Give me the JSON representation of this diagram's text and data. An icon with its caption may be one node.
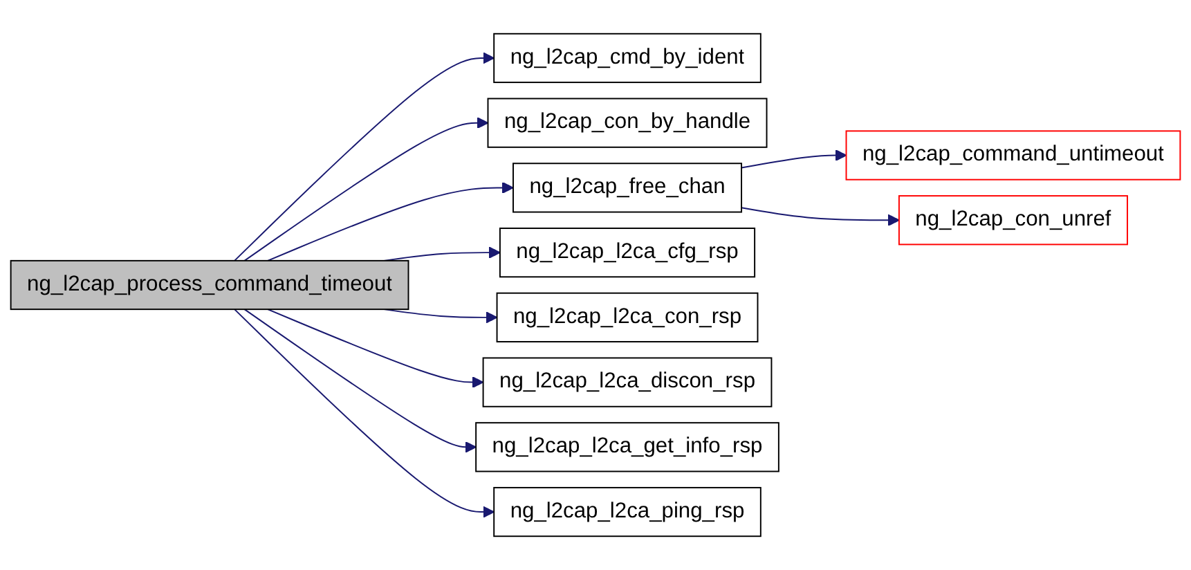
{
  "diagram": {
    "nodes": [
      {
        "text": [
          "ng_l2cap_process_command_timeout"
        ]
      },
      {
        "text": [
          "ng_l2cap_cmd_by_ident"
        ]
      },
      {
        "text": [
          "ng_l2cap_con_by_handle"
        ]
      },
      {
        "text": [
          "ng_l2cap_free_chan"
        ]
      },
      {
        "text": [
          "ng_l2cap_command_untimeout"
        ]
      },
      {
        "text": [
          "ng_l2cap_con_unref"
        ]
      },
      {
        "text": [
          "ng_l2cap_l2ca_cfg_rsp"
        ]
      },
      {
        "text": [
          "ng_l2cap_l2ca_con_rsp"
        ]
      },
      {
        "text": [
          "ng_l2cap_l2ca_discon_rsp"
        ]
      },
      {
        "text": [
          "ng_l2cap_l2ca_get_info_rsp"
        ]
      },
      {
        "text": [
          "ng_l2cap_l2ca_ping_rsp"
        ]
      }
    ],
    "edges": [
      {
        "from": 0,
        "to": 1,
        "arrow": "to"
      },
      {
        "from": 0,
        "to": 2,
        "arrow": "to"
      },
      {
        "from": 0,
        "to": 3,
        "arrow": "to"
      },
      {
        "from": 3,
        "to": 4,
        "arrow": "to"
      },
      {
        "from": 3,
        "to": 5,
        "arrow": "to"
      },
      {
        "from": 0,
        "to": 6,
        "arrow": "to"
      },
      {
        "from": 0,
        "to": 7,
        "arrow": "to"
      },
      {
        "from": 0,
        "to": 8,
        "arrow": "to"
      },
      {
        "from": 0,
        "to": 9,
        "arrow": "to"
      },
      {
        "from": 0,
        "to": 10,
        "arrow": "to"
      }
    ]
  }
}
